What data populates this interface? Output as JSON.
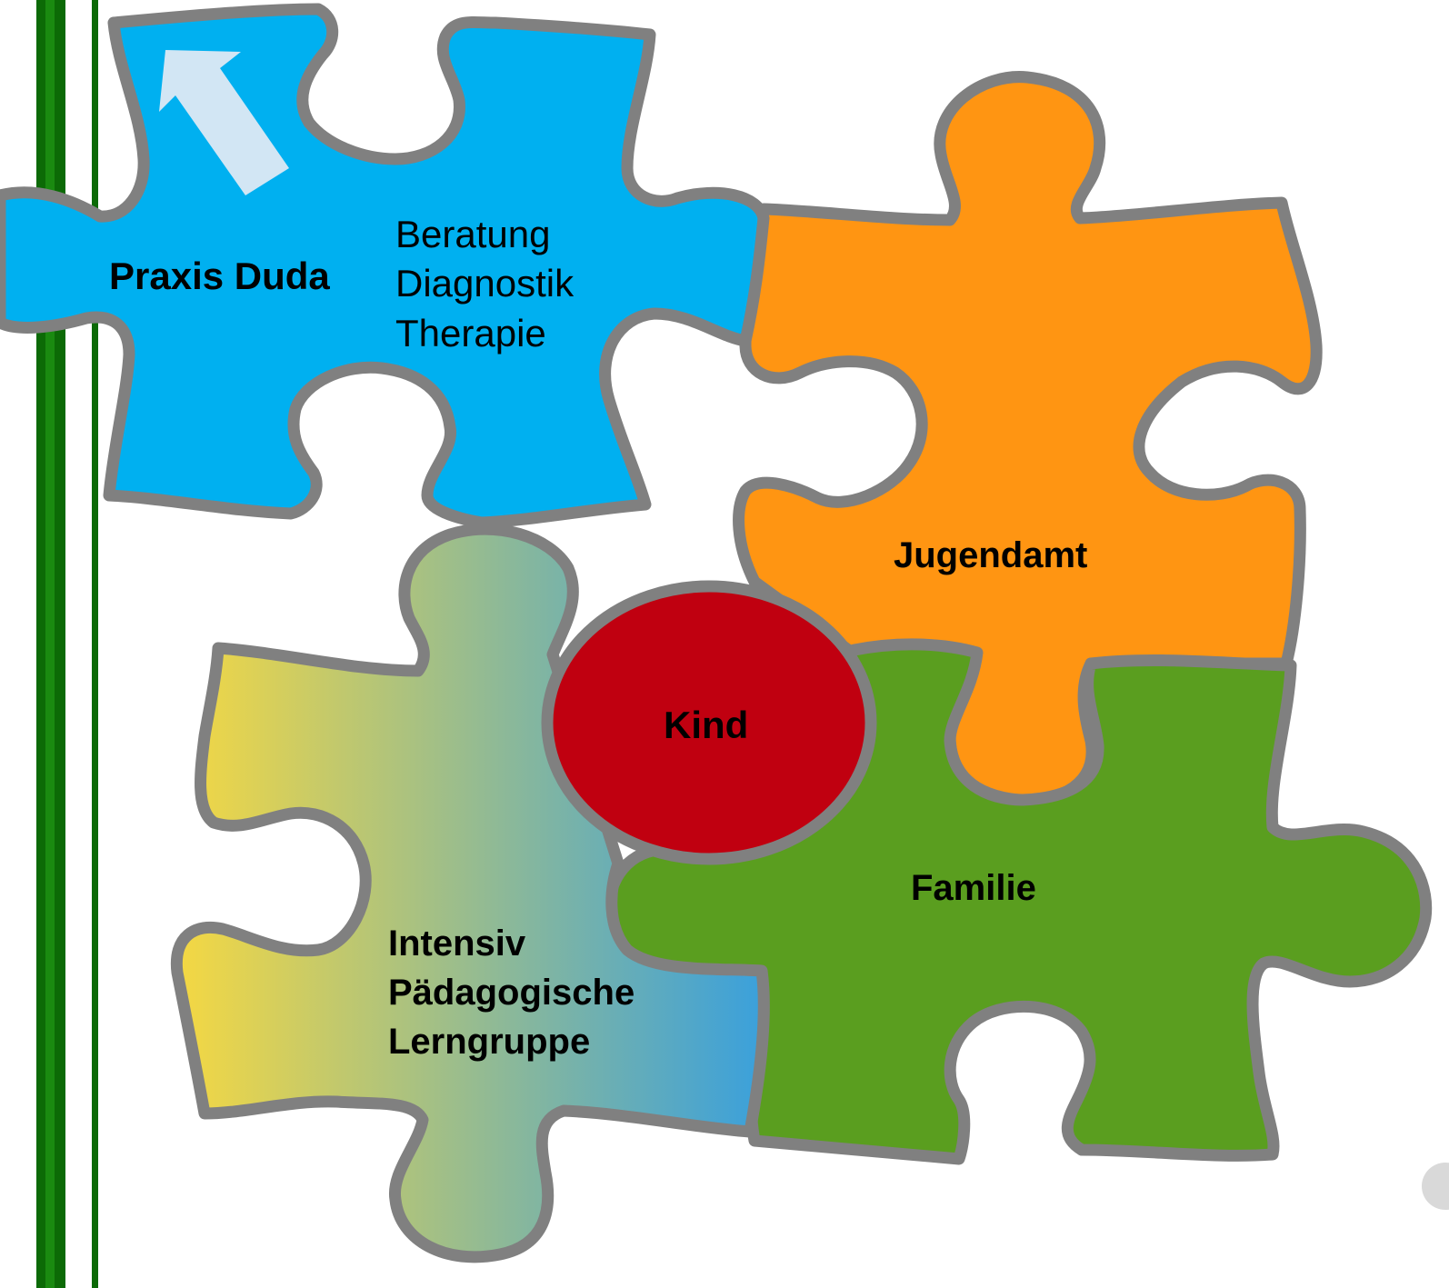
{
  "pieces": {
    "praxis": {
      "title": "Praxis Duda",
      "lines": [
        "Beratung",
        "Diagnostik",
        "Therapie"
      ],
      "color": "#00b0f0"
    },
    "jugendamt": {
      "title": "Jugendamt",
      "color": "#ff9512"
    },
    "familie": {
      "title": "Familie",
      "color": "#5a9e1f"
    },
    "lerngruppe": {
      "lines": [
        "Intensiv",
        "Pädagogische",
        "Lerngruppe"
      ],
      "gradient": [
        "#f5d842",
        "#3aa0dc"
      ]
    }
  },
  "center": {
    "label": "Kind",
    "color": "#c00010"
  },
  "outline_color": "#808080",
  "arrow": {
    "icon": "arrow-up-left-icon",
    "color": "#d2e6f4"
  },
  "sidebar": {
    "color_dark": "#0c6a06",
    "color_light": "#1a8a10"
  }
}
